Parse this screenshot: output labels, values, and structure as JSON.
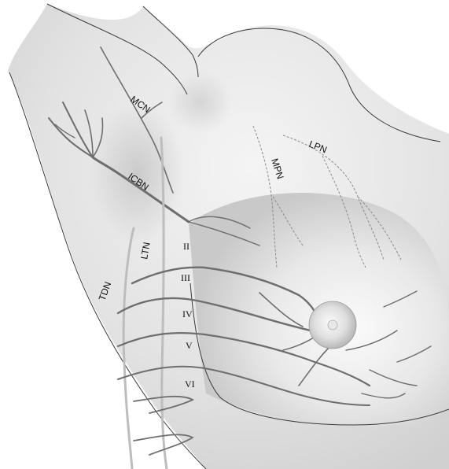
{
  "labels": {
    "mcn": "MCN",
    "icbn": "ICBN",
    "mpn": "MPN",
    "lpn": "LPN",
    "ltn": "LTN",
    "tdn": "TDN"
  },
  "intercostal_levels": [
    "II",
    "III",
    "IV",
    "V",
    "VI"
  ],
  "colors": {
    "skin": "#dcdcdc",
    "skin_light": "#f2f2f2",
    "outline": "#3a3a3a",
    "nerve": "#6e6e6e",
    "nerve_dashed": "#8a8a8a",
    "nipple": "#cfcfcf"
  }
}
